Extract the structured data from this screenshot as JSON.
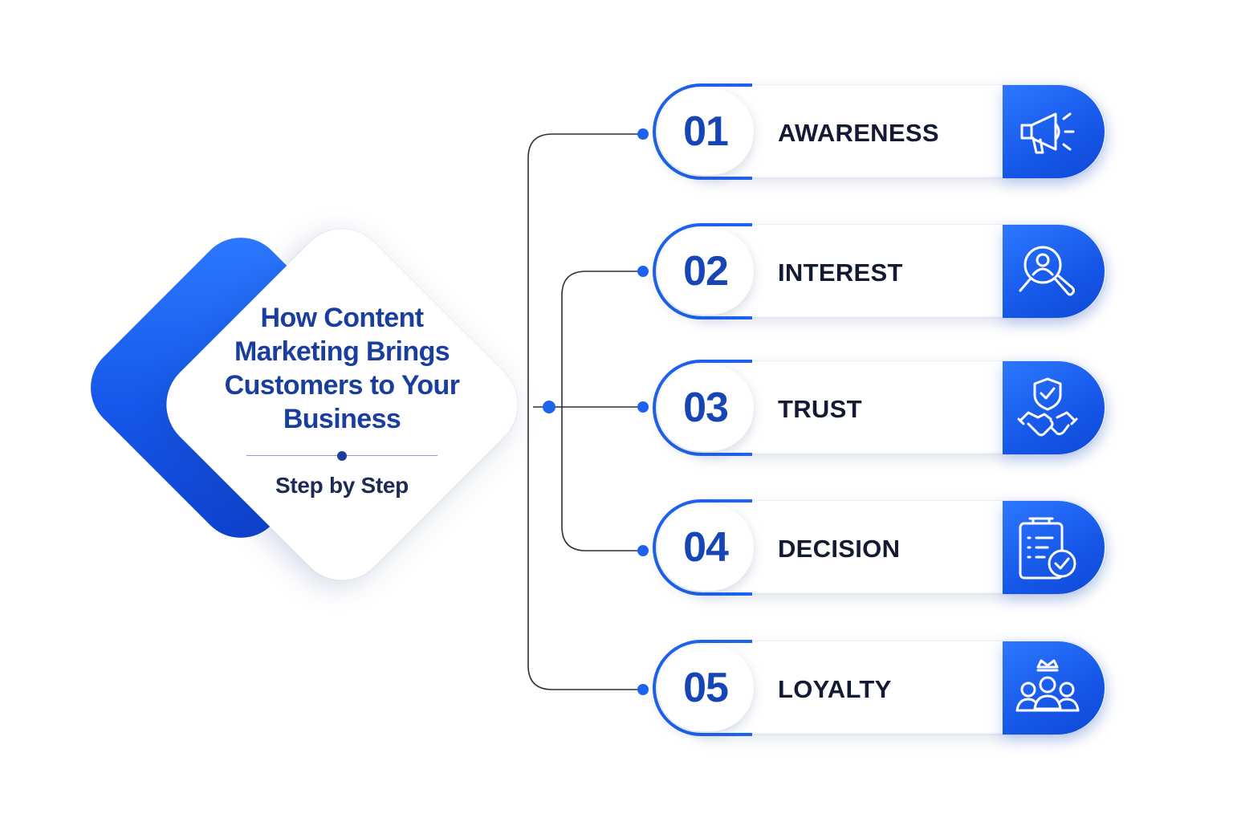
{
  "hero": {
    "title": "How Content Marketing Brings Customers to Your Business",
    "subtitle": "Step by Step"
  },
  "steps": [
    {
      "number": "01",
      "label": "AWARENESS",
      "icon": "megaphone-icon"
    },
    {
      "number": "02",
      "label": "INTEREST",
      "icon": "magnifier-person-icon"
    },
    {
      "number": "03",
      "label": "TRUST",
      "icon": "shield-handshake-icon"
    },
    {
      "number": "04",
      "label": "DECISION",
      "icon": "clipboard-check-icon"
    },
    {
      "number": "05",
      "label": "LOYALTY",
      "icon": "team-crown-icon"
    }
  ],
  "colors": {
    "accent": "#1e63ee",
    "title": "#1a3e9e",
    "text": "#141a33"
  }
}
